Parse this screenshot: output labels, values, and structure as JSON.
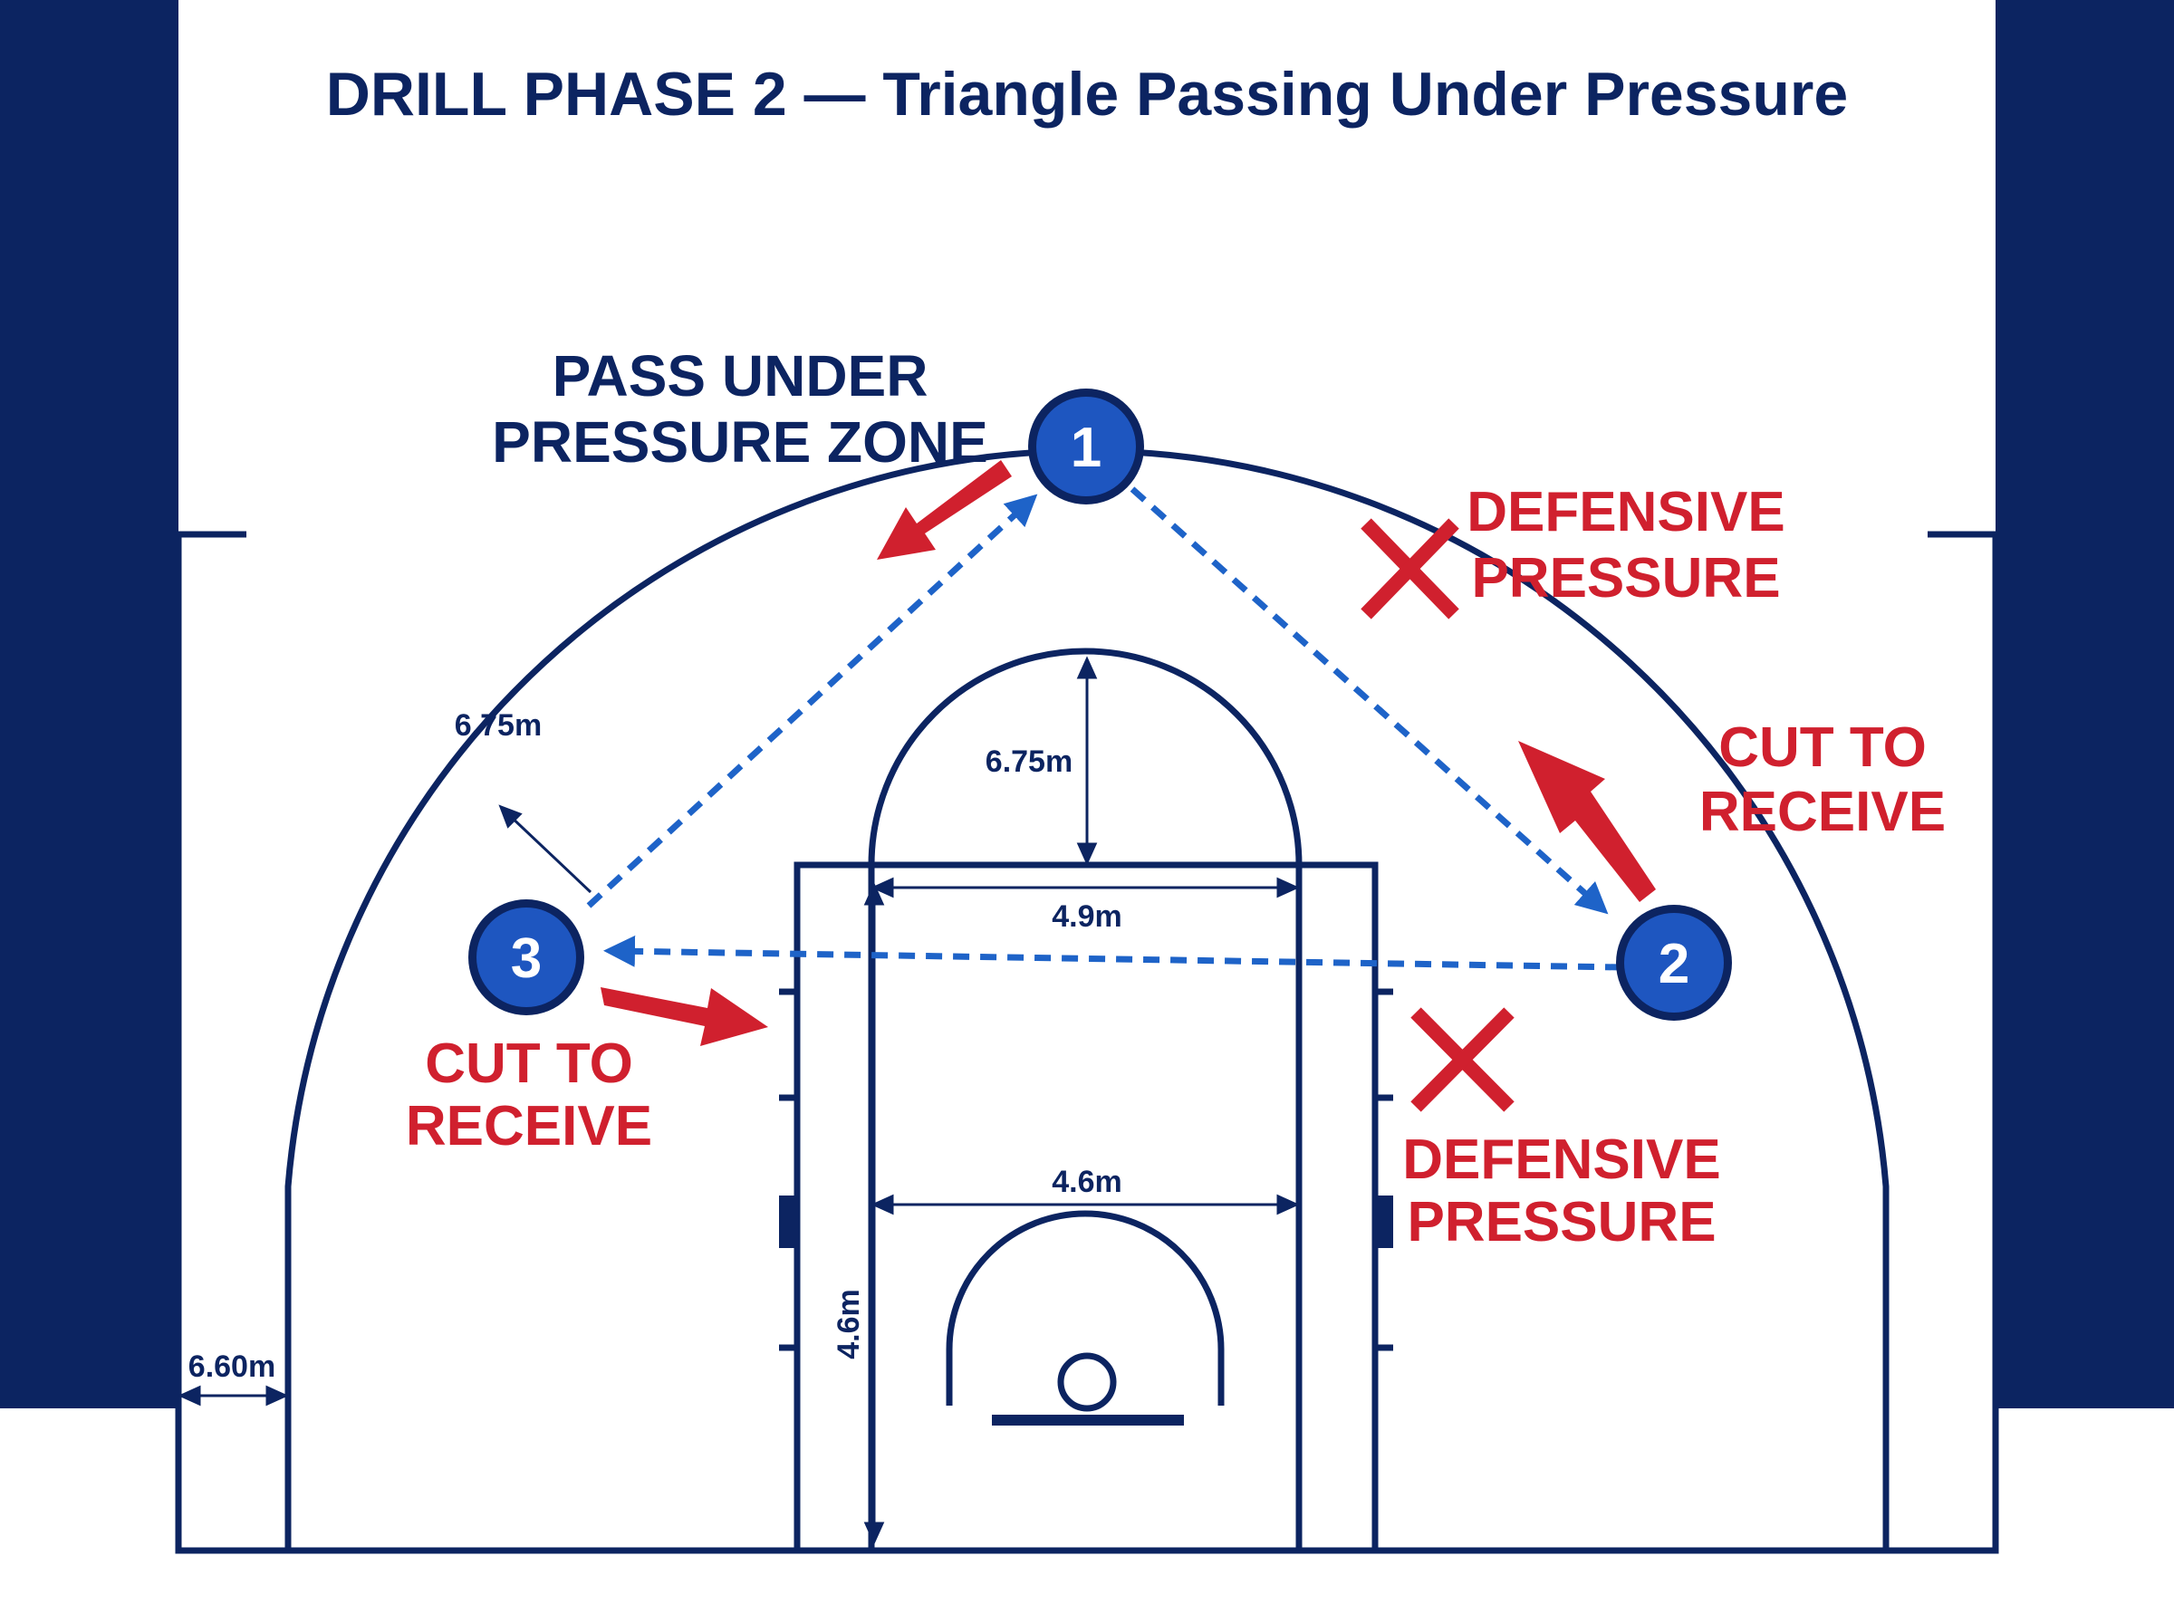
{
  "title": "DRILL PHASE 2 — Triangle Passing Under Pressure",
  "zone_label": {
    "line1": "PASS UNDER",
    "line2": "PRESSURE ZONE"
  },
  "players": [
    {
      "number": "1"
    },
    {
      "number": "2"
    },
    {
      "number": "3"
    }
  ],
  "labels": {
    "defensive_top": {
      "line1": "DEFENSIVE",
      "line2": "PRESSURE"
    },
    "defensive_low": {
      "line1": "DEFENSIVE",
      "line2": "PRESSURE"
    },
    "cut_right": {
      "line1": "CUT TO",
      "line2": "RECEIVE"
    },
    "cut_left": {
      "line1": "CUT TO",
      "line2": "RECEIVE"
    }
  },
  "dimensions": {
    "arc_radius": "6.75m",
    "top_key": "6.75m",
    "lane_width_top": "4.9m",
    "lane_width_low": "4.6m",
    "lane_depth": "4.6m",
    "corner": "6.60m"
  },
  "colors": {
    "navy": "#0c2461",
    "player_blue": "#1e56c0",
    "pass_blue": "#1e63c8",
    "pressure_red": "#d0202e"
  },
  "icons": {
    "player": "circle-numbered",
    "pass": "dashed-arrow",
    "cut": "solid-arrow",
    "defender": "x-mark"
  }
}
